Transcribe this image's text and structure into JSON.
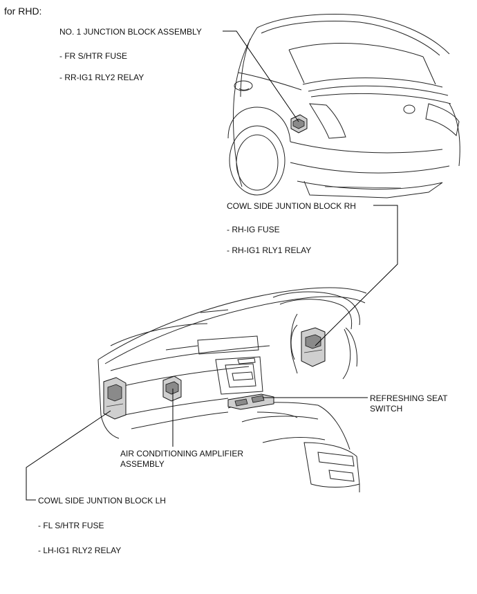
{
  "header": "for RHD:",
  "callouts": {
    "junction_block_no1": {
      "title": "NO. 1 JUNCTION BLOCK ASSEMBLY",
      "items": [
        "- FR S/HTR FUSE",
        "- RR-IG1 RLY2 RELAY"
      ]
    },
    "cowl_side_rh": {
      "title": "COWL SIDE JUNTION BLOCK RH",
      "items": [
        "- RH-IG FUSE",
        "- RH-IG1 RLY1 RELAY"
      ]
    },
    "refreshing_seat_switch": {
      "line1": "REFRESHING SEAT",
      "line2": "SWITCH"
    },
    "ac_amplifier": {
      "line1": "AIR CONDITIONING AMPLIFIER",
      "line2": "ASSEMBLY"
    },
    "cowl_side_lh": {
      "title": "COWL SIDE JUNTION BLOCK LH",
      "items": [
        "- FL S/HTR FUSE",
        "- LH-IG1 RLY2 RELAY"
      ]
    }
  }
}
